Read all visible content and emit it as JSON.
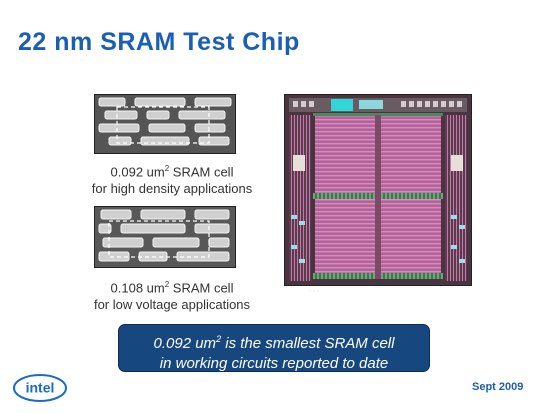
{
  "slide": {
    "title": "22 nm SRAM Test Chip",
    "date": "Sept 2009"
  },
  "cell_high_density": {
    "value": "0.092 um",
    "superscript": "2",
    "suffix": " SRAM cell",
    "description": "for high density applications"
  },
  "cell_low_voltage": {
    "value": "0.108 um",
    "superscript": "2",
    "suffix": " SRAM cell",
    "description": "for low voltage applications"
  },
  "callout": {
    "line1_prefix": "0.092 um",
    "line1_superscript": "2",
    "line1_suffix": " is the smallest SRAM cell",
    "line2": "in working circuits reported to date"
  },
  "logo": {
    "text": "intel",
    "icon": "intel-logo-icon"
  },
  "colors": {
    "title_blue": "#1a5fb4",
    "callout_bg": "#16477f",
    "callout_text": "#ffffff",
    "chip_magenta": "#c46aa8",
    "chip_green": "#4a8a5c",
    "chip_cyan": "#31d6d8"
  }
}
